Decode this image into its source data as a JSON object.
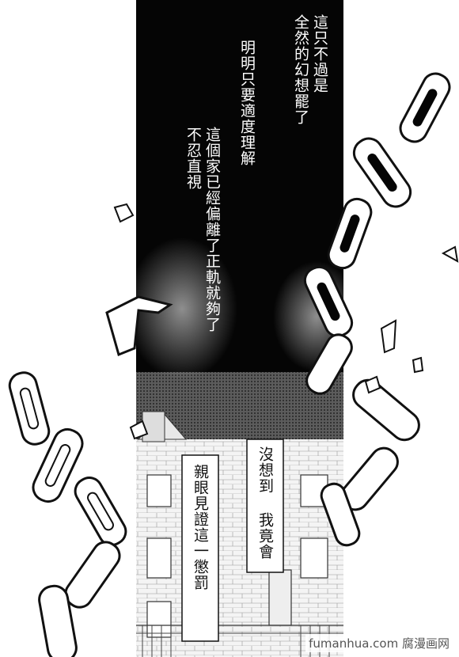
{
  "dialogue": {
    "dark_col1": "這只不過是\n全然的幻想罷了",
    "dark_col2": "明明只要適度理解",
    "dark_col3": "這個家已經偏離了正軌就夠了\n不忍直視",
    "box_right": "沒想到 我竟會",
    "box_left": "親眼見證這一懲罰"
  },
  "watermark": "fumanhua.com 腐漫画网",
  "colors": {
    "panel_black": "#050505",
    "chain_fill": "#ffffff",
    "chain_outline": "#111111"
  }
}
